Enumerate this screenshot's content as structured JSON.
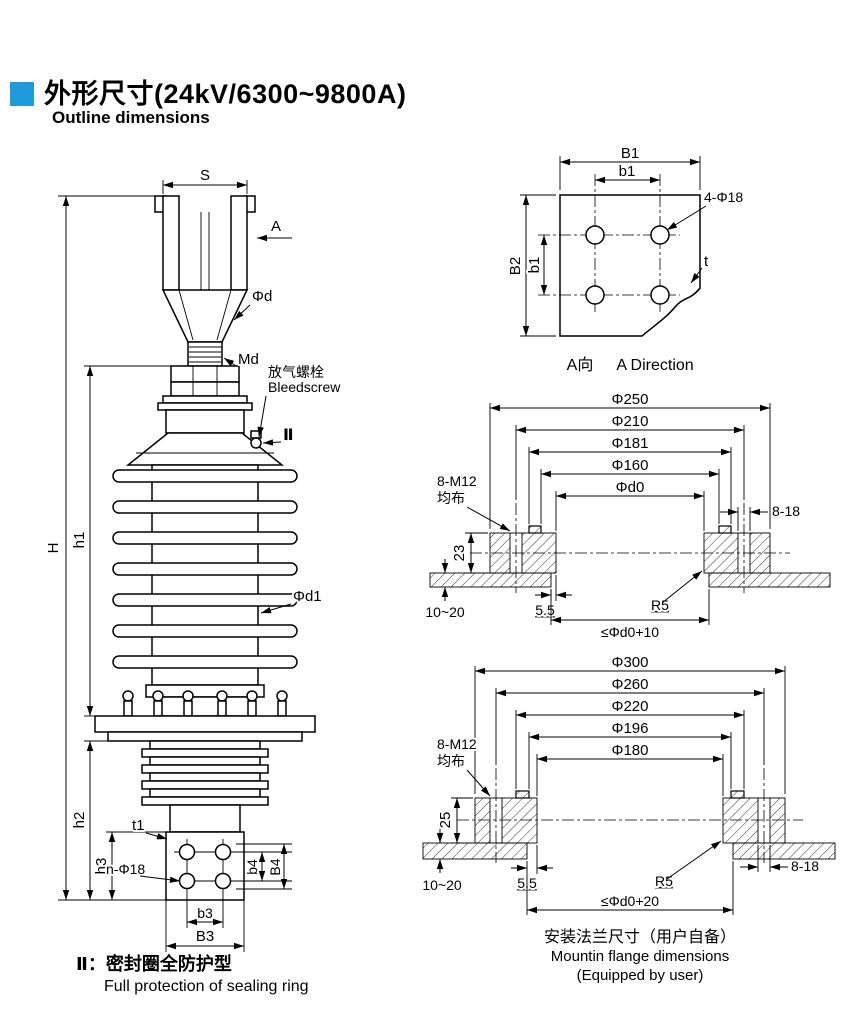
{
  "accent_color": "#1e9bd8",
  "header": {
    "title": "外形尺寸(24kV/6300~9800A)",
    "subtitle": "Outline dimensions"
  },
  "main_view": {
    "dims": {
      "s": "S",
      "a": "A",
      "phi_d": "Φd",
      "md": "Md",
      "h": "H",
      "h1": "h1",
      "phi_d1": "Φd1",
      "h2": "h2",
      "h3": "h3",
      "t1": "t1",
      "n_phi18": "n-Φ18",
      "b4": "b4",
      "b4_cap": "B4",
      "b3": "b3",
      "b3_cap": "B3"
    },
    "bleedscrew_cn": "放气螺栓",
    "bleedscrew_en": "Bleedscrew",
    "seal_mark": "Ⅱ",
    "note_cn": "Ⅱ：密封圈全防护型",
    "note_en": "Full protection of sealing ring"
  },
  "a_view": {
    "dims": {
      "b1_cap": "B1",
      "b1_top": "b1",
      "holes": "4-Φ18",
      "b2_cap": "B2",
      "b1_side": "b1",
      "t": "t"
    },
    "caption_cn": "A向",
    "caption_en": "A Direction"
  },
  "flange_small": {
    "dims": {
      "d1": "Φ250",
      "d2": "Φ210",
      "d3": "Φ181",
      "d4": "Φ160",
      "d5": "Φd0"
    },
    "labels": {
      "bolts_line1": "8-M12",
      "bolts_line2": "均布",
      "thickness": "23",
      "panel": "10~20",
      "clearance": "5.5",
      "radius": "R5",
      "holes": "8-18",
      "cutout": "≤Φd0+10"
    }
  },
  "flange_large": {
    "dims": {
      "d1": "Φ300",
      "d2": "Φ260",
      "d3": "Φ220",
      "d4": "Φ196",
      "d5": "Φ180"
    },
    "labels": {
      "bolts_line1": "8-M12",
      "bolts_line2": "均布",
      "thickness": "25",
      "panel": "10~20",
      "clearance": "5.5",
      "radius": "R5",
      "holes": "8-18",
      "cutout": "≤Φd0+20"
    },
    "caption_cn": "安装法兰尺寸（用户自备）",
    "caption_en1": "Mountin flange dimensions",
    "caption_en2": "(Equipped by user)"
  }
}
